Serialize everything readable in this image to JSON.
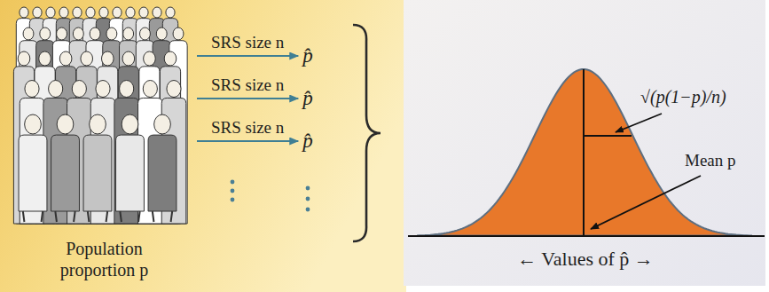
{
  "diagram": {
    "nodes": [
      {
        "text": [
          "Population proportion p"
        ]
      },
      {
        "text": [
          "p̂"
        ]
      },
      {
        "text": [
          "p̂"
        ]
      },
      {
        "text": [
          "p̂"
        ]
      }
    ],
    "edges": [
      {
        "from": 0,
        "to": 1,
        "arrow": "to",
        "label": "SRS size n"
      },
      {
        "from": 0,
        "to": 2,
        "arrow": "to",
        "label": "SRS size n"
      },
      {
        "from": 0,
        "to": 3,
        "arrow": "to",
        "label": "SRS size n"
      }
    ],
    "labels": [
      "√(p(1−p)/n)",
      "Mean p",
      "← Values of p̂ →"
    ]
  }
}
